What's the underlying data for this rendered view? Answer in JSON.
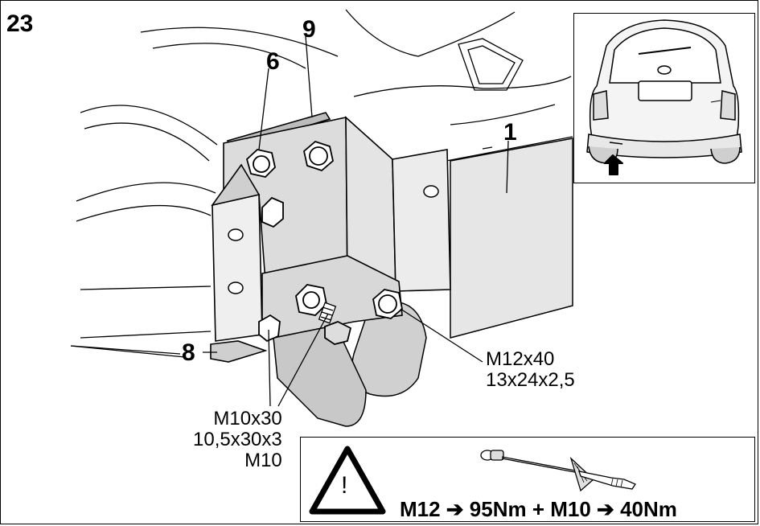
{
  "step_number": "23",
  "parts": {
    "part_1": "1",
    "part_6": "6",
    "part_8": "8",
    "part_9": "9"
  },
  "specs": {
    "m12_bolt": "M12x40",
    "m12_washer": "13x24x2,5",
    "m10_bolt": "M10x30",
    "m10_washer": "10,5x30x3",
    "m10_nut": "M10"
  },
  "torque": {
    "text": "M12 ➔ 95Nm + M10 ➔ 40Nm",
    "warning_symbol": "!"
  },
  "icons": {
    "warning": "warning-triangle-icon",
    "torque_wrench": "torque-wrench-icon",
    "location_arrow": "up-arrow-icon"
  }
}
